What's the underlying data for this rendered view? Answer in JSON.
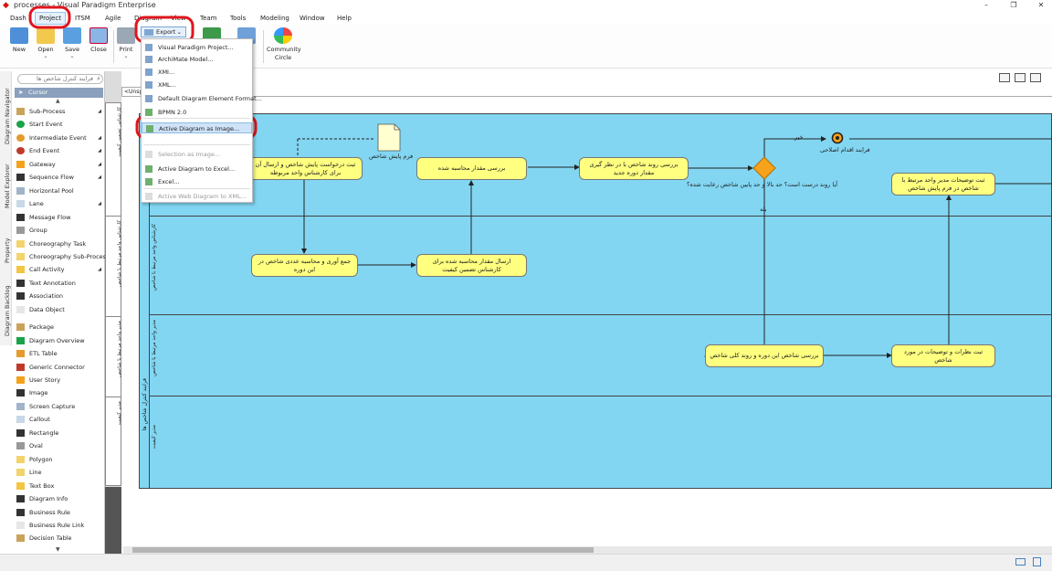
{
  "window": {
    "title": "processes - Visual Paradigm Enterprise",
    "controls": [
      "–",
      "❐",
      "✕"
    ]
  },
  "menubar": [
    "Dash",
    "Project",
    "ITSM",
    "Agile",
    "Diagram",
    "View",
    "Team",
    "Tools",
    "Modeling",
    "Window",
    "Help"
  ],
  "ribbon": {
    "buttons": [
      {
        "label": "New",
        "icon": "new-project-icon"
      },
      {
        "label": "Open",
        "icon": "open-folder-icon"
      },
      {
        "label": "Save",
        "icon": "save-disk-icon"
      },
      {
        "label": "Close",
        "icon": "close-project-icon"
      },
      {
        "label": "Print",
        "icon": "printer-icon"
      },
      {
        "label": "Community Circle",
        "icon": "community-circle-icon"
      }
    ],
    "export_label": "Export"
  },
  "export_menu": {
    "items": [
      {
        "label": "Visual Paradigm Project...",
        "disabled": false
      },
      {
        "label": "ArchiMate Model...",
        "disabled": false
      },
      {
        "label": "XMI...",
        "disabled": false
      },
      {
        "label": "XML...",
        "disabled": false
      },
      {
        "label": "Default Diagram Element Format...",
        "disabled": false
      },
      {
        "label": "BPMN 2.0",
        "disabled": false
      },
      {
        "label": "Active Diagram as Image...",
        "disabled": false,
        "highlighted": true
      },
      {
        "label": "Selection as Image...",
        "disabled": true
      },
      {
        "label": "Active Diagram to Excel...",
        "disabled": false
      },
      {
        "label": "Excel...",
        "disabled": false
      },
      {
        "label": "Active Web Diagram to XML...",
        "disabled": true
      }
    ]
  },
  "side_tabs": [
    "Diagram Navigator",
    "Model Explorer",
    "Property",
    "Diagram Backlog"
  ],
  "palette": {
    "search_placeholder": "فرایند کنترل شاخص ها",
    "cursor_label": "Cursor",
    "groups": [
      [
        "Sub-Process",
        "Start Event",
        "Intermediate Event",
        "End Event",
        "Gateway",
        "Sequence Flow",
        "Horizontal Pool",
        "Lane",
        "Message Flow",
        "Group",
        "Choreography Task",
        "Choreography Sub-Process",
        "Call Activity",
        "Text Annotation",
        "Association",
        "Data Object"
      ],
      [
        "Package",
        "Diagram Overview",
        "ETL Table",
        "Generic Connector",
        "User Story",
        "Image",
        "Screen Capture",
        "Callout",
        "Rectangle",
        "Oval",
        "Polygon",
        "Line",
        "Text Box",
        "Diagram Info",
        "Business Rule",
        "Business Rule Link",
        "Decision Table"
      ]
    ]
  },
  "canvas": {
    "tab_label": "<Unsp",
    "pool_name": "فرایند کنترل شاخص ها",
    "left_headers": [
      "کارشناس تضمین کیفیت",
      "کارشناس واحد مرتبط با شاخص",
      "مدیر واحد مرتبط با شاخص",
      "مدیر کیفیت"
    ],
    "lanes": [
      "کارشناس واحد مرتبط با شاخص",
      "مدیر واحد مرتبط با شاخص",
      "مدیر کیفیت"
    ],
    "tasks": {
      "t1": "ثبت درخواست پایش شاخص و ارسال آن برای کارشناس واحد مربوطه",
      "t2": "بررسی مقدار محاسبه شده",
      "t3": "بررسی روند شاخص با در نظر گیری مقدار دوره جدید",
      "t4": "ثبت توضیحات مدیر واحد مرتبط با شاخص در فرم پایش شاخص",
      "t5": "جمع آوری و محاسبه عددی شاخص در این دوره",
      "t6": "ارسال مقدار محاسبه شده برای کارشناس تضمین کیفیت",
      "t7": "بررسی شاخص این دوره و روند کلی شاخص",
      "t8": "ثبت نظرات و توضیحات در مورد شاخص"
    },
    "data_object": "فرم پایش شاخص",
    "gateway_question": "آیا روند درست است؟ حد بالا و حد پایین شاخص رعایت شده؟",
    "flow_yes": "خیر",
    "flow_no": "بله",
    "end_event_label": "فرایند اقدام اصلاحی"
  },
  "colors": {
    "pool_fill": "#82d6f2",
    "task_fill": "#ffff80",
    "gateway_fill": "#f7a21b",
    "highlight_ring": "#e0141e"
  }
}
